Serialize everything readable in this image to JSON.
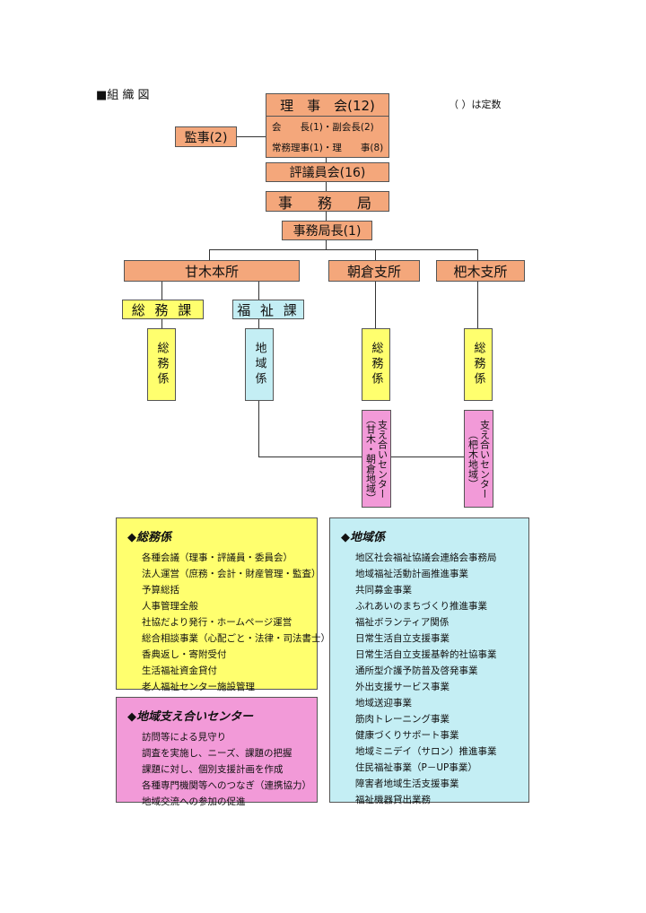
{
  "title": "■組 織 図",
  "note": "（ ）は定数",
  "board": {
    "title": "理　事　会(12)",
    "row1": "会　　長(1)・副会長(2)",
    "row2": "常務理事(1)・理　　事(8)"
  },
  "auditor": "監事(2)",
  "council": "評議員会(16)",
  "secretariat": "事　務　局",
  "secretary_general": "事務局長(1)",
  "offices": {
    "amagi": "甘木本所",
    "asakura": "朝倉支所",
    "haki": "杷木支所"
  },
  "sections": {
    "somu": "総 務 課",
    "fukushi": "福 祉 課"
  },
  "units": {
    "somu_kakari": "総務係",
    "chiiki_kakari": "地域係",
    "asakura_somu": "総務係",
    "haki_somu": "総務係"
  },
  "centers": {
    "center1": "支え合いセンター（甘木・朝倉地域）",
    "center2": "支え合いセンター（杷木地域）"
  },
  "panels": {
    "somu": {
      "title": "◆総務係",
      "items": [
        "各種会議（理事・評議員・委員会）",
        "法人運営（庶務・会計・財産管理・監査）",
        "予算総括",
        "人事管理全般",
        "社協だより発行・ホームページ運営",
        "総合相談事業（心配ごと・法律・司法書士）",
        "香典返し・寄附受付",
        "生活福祉資金貸付",
        "老人福祉センター施設管理"
      ]
    },
    "center": {
      "title": "◆地域支え合いセンター",
      "items": [
        "訪問等による見守り",
        "調査を実施し、ニーズ、課題の把握",
        "課題に対し、個別支援計画を作成",
        "各種専門機関等へのつなぎ（連携協力）",
        "地域交流への参加の促進"
      ]
    },
    "chiiki": {
      "title": "◆地域係",
      "items": [
        "地区社会福祉協議会連絡会事務局",
        "地域福祉活動計画推進事業",
        "共同募金事業",
        "ふれあいのまちづくり推進事業",
        "福祉ボランティア関係",
        "日常生活自立支援事業",
        "日常生活自立支援基幹的社協事業",
        "通所型介護予防普及啓発事業",
        "外出支援サービス事業",
        "地域送迎事業",
        "筋肉トレーニング事業",
        "健康づくりサポート事業",
        "地域ミニデイ（サロン）推進事業",
        "住民福祉事業（P－UP事業）",
        "障害者地域生活支援事業",
        "福祉機器貸出業務"
      ]
    }
  }
}
